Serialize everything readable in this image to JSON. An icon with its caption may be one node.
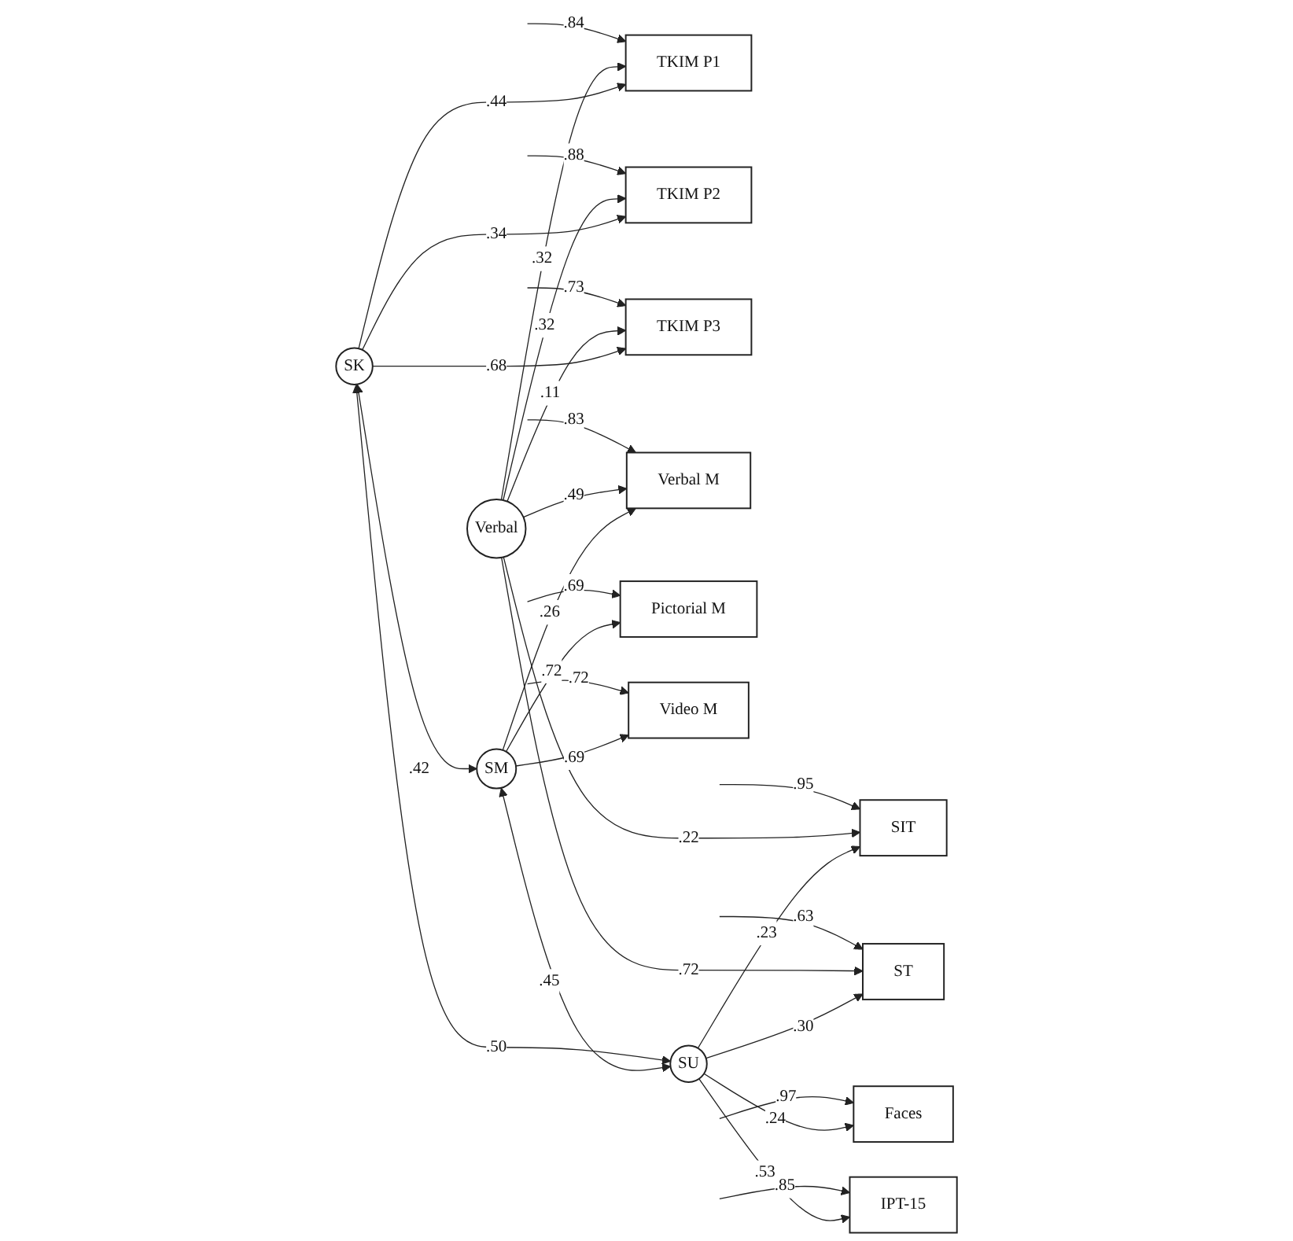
{
  "diagram": {
    "nodes": [
      {
        "text": [
          "SK"
        ]
      },
      {
        "text": [
          "TKIM P1"
        ]
      },
      {
        "text": [
          "TKIM P2"
        ]
      },
      {
        "text": [
          "TKIM P3"
        ]
      },
      {
        "text": [
          "SM"
        ]
      },
      {
        "text": [
          "Verbal M"
        ]
      },
      {
        "text": [
          "Pictorial M"
        ]
      },
      {
        "text": [
          "Video M"
        ]
      },
      {
        "text": [
          "Verbal"
        ]
      },
      {
        "text": [
          "SU"
        ]
      },
      {
        "text": [
          "SIT"
        ]
      },
      {
        "text": [
          "ST"
        ]
      },
      {
        "text": [
          "Faces"
        ]
      },
      {
        "text": [
          "IPT-15"
        ]
      }
    ],
    "edges": [
      {
        "from": 0,
        "to": 1,
        "arrow": "to",
        "label": ".44"
      },
      {
        "from": 0,
        "to": 2,
        "arrow": "to",
        "label": ".34"
      },
      {
        "from": 0,
        "to": 3,
        "arrow": "to",
        "label": ".68"
      },
      {
        "from": 4,
        "to": 5,
        "arrow": "to",
        "label": ".26"
      },
      {
        "from": 4,
        "to": 6,
        "arrow": "to",
        "label": ".72"
      },
      {
        "from": 4,
        "to": 7,
        "arrow": "to",
        "label": ".69"
      },
      {
        "from": 9,
        "to": 10,
        "arrow": "to",
        "label": ".23"
      },
      {
        "from": 9,
        "to": 11,
        "arrow": "to",
        "label": ".30"
      },
      {
        "from": 9,
        "to": 12,
        "arrow": "to",
        "label": ".24"
      },
      {
        "from": 9,
        "to": 13,
        "arrow": "to",
        "label": ".53"
      },
      {
        "from": 0,
        "to": 4,
        "arrow": "both",
        "label": ".42"
      },
      {
        "from": 4,
        "to": 9,
        "arrow": "both",
        "label": ".45"
      },
      {
        "from": 0,
        "to": 9,
        "arrow": "both",
        "label": ".50"
      },
      {
        "from": 8,
        "to": 1,
        "arrow": "to",
        "label": ".32"
      },
      {
        "from": 8,
        "to": 2,
        "arrow": "to",
        "label": ".32"
      },
      {
        "from": 8,
        "to": 3,
        "arrow": "to",
        "label": ".11"
      },
      {
        "from": 8,
        "to": 5,
        "arrow": "to",
        "label": ".49"
      },
      {
        "from": 8,
        "to": 10,
        "arrow": "to",
        "label": ".22"
      },
      {
        "from": 8,
        "to": 11,
        "arrow": "to",
        "label": ".72"
      },
      {
        "from": null,
        "to": 1,
        "arrow": "to",
        "label": ".84"
      },
      {
        "from": null,
        "to": 2,
        "arrow": "to",
        "label": ".88"
      },
      {
        "from": null,
        "to": 3,
        "arrow": "to",
        "label": ".73"
      },
      {
        "from": null,
        "to": 5,
        "arrow": "to",
        "label": ".83"
      },
      {
        "from": null,
        "to": 6,
        "arrow": "to",
        "label": ".69"
      },
      {
        "from": null,
        "to": 7,
        "arrow": "to",
        "label": ".72"
      },
      {
        "from": null,
        "to": 10,
        "arrow": "to",
        "label": ".95"
      },
      {
        "from": null,
        "to": 11,
        "arrow": "to",
        "label": ".63"
      },
      {
        "from": null,
        "to": 12,
        "arrow": "to",
        "label": ".97"
      },
      {
        "from": null,
        "to": 13,
        "arrow": "to",
        "label": ".85"
      }
    ]
  }
}
